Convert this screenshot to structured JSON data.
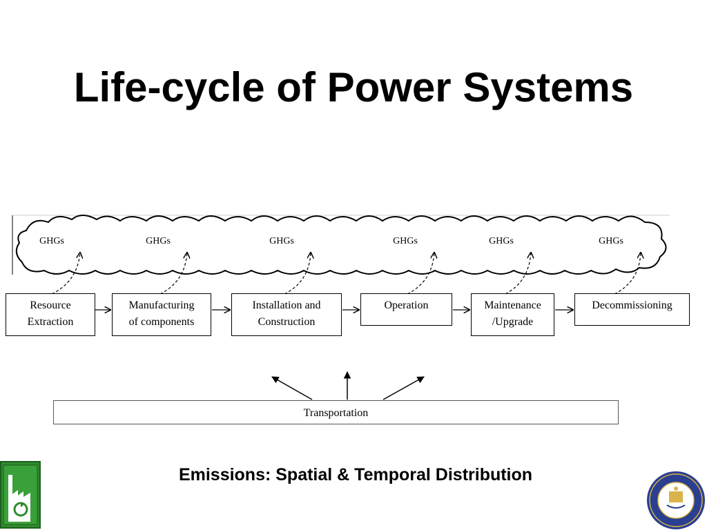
{
  "title": "Life-cycle of Power Systems",
  "ghg_labels": [
    "GHGs",
    "GHGs",
    "GHGs",
    "GHGs",
    "GHGs",
    "GHGs"
  ],
  "stages": [
    {
      "line1": "Resource",
      "line2": "Extraction"
    },
    {
      "line1": "Manufacturing",
      "line2": "of components"
    },
    {
      "line1": "Installation and",
      "line2": "Construction"
    },
    {
      "line1": "Operation",
      "line2": ""
    },
    {
      "line1": "Maintenance",
      "line2": "/Upgrade"
    },
    {
      "line1": "Decommissioning",
      "line2": ""
    }
  ],
  "transportation": "Transportation",
  "subtitle": "Emissions: Spatial & Temporal Distribution",
  "colors": {
    "logo_green": "#2e8b2e",
    "seal_blue": "#2a3f8f",
    "seal_gold": "#d9b44a"
  },
  "icons": {
    "left_logo": "factory-recycle-logo-icon",
    "right_logo": "university-seal-icon"
  }
}
